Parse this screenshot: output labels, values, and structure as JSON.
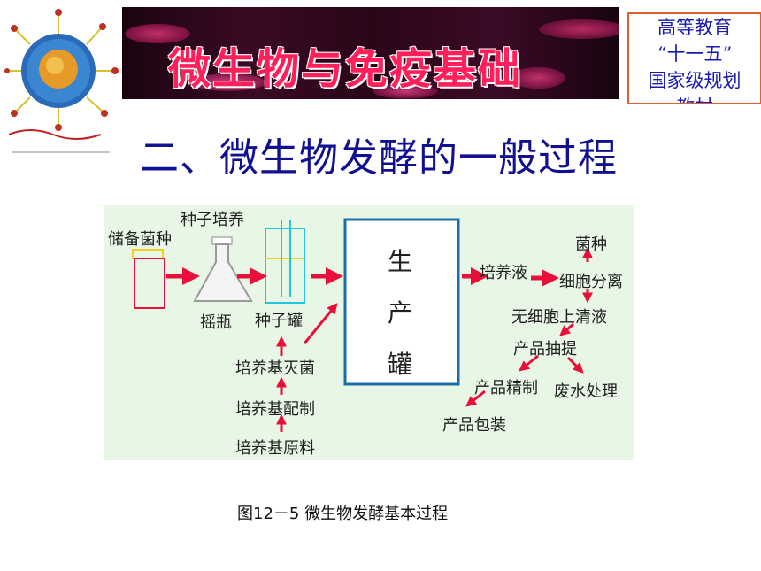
{
  "header": {
    "banner_title": "微生物与免疫基础",
    "edu_box": {
      "line1": "高等教育",
      "line2": "“十一五”",
      "line3": "国家级规划",
      "line4": "教材"
    }
  },
  "section_title": "二、微生物发酵的一般过程",
  "diagram": {
    "nodes": {
      "storage": "储备菌种",
      "seed_culture": "种子培养",
      "shake_flask": "摇瓶",
      "seed_tank": "种子罐",
      "production_tank": [
        "生",
        "产",
        "罐"
      ],
      "medium_sterilization": "培养基灭菌",
      "medium_preparation": "培养基配制",
      "medium_raw": "培养基原料",
      "culture_liquid": "培养液",
      "strain": "菌种",
      "cell_separation": "细胞分离",
      "supernatant": "无细胞上清液",
      "extraction": "产品抽提",
      "refining": "产品精制",
      "wastewater": "废水处理",
      "packaging": "产品包装"
    },
    "arrow_color": "#e8103a",
    "tank_border_color": "#1a6fa8",
    "background_color": "#e8f6e6"
  },
  "caption": "图12－5 微生物发酵基本过程"
}
